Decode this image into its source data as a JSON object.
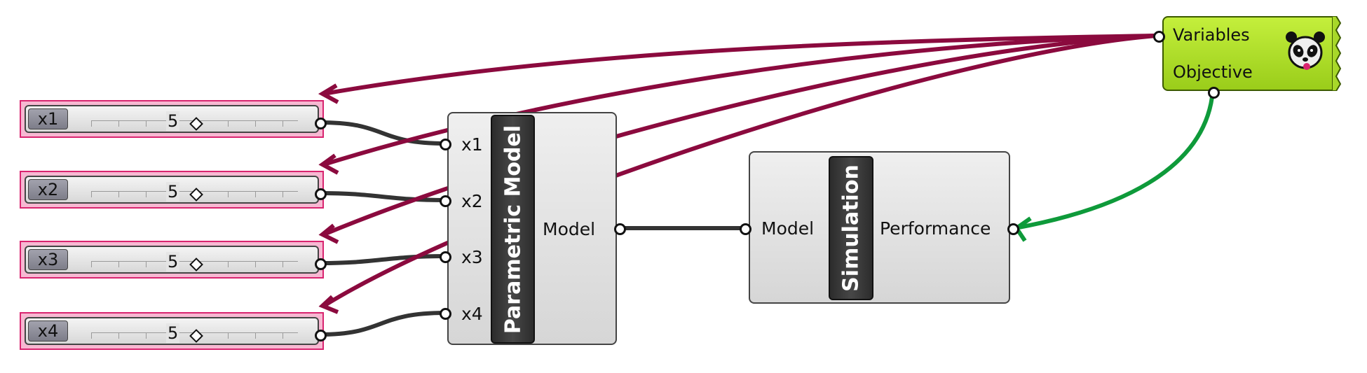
{
  "sliders": [
    {
      "label": "x1",
      "value": "5"
    },
    {
      "label": "x2",
      "value": "5"
    },
    {
      "label": "x3",
      "value": "5"
    },
    {
      "label": "x4",
      "value": "5"
    }
  ],
  "parametric_model": {
    "nickname": "Parametric Model",
    "inputs": [
      "x1",
      "x2",
      "x3",
      "x4"
    ],
    "output": "Model"
  },
  "simulation": {
    "nickname": "Simulation",
    "input": "Model",
    "output": "Performance"
  },
  "galapagos": {
    "inputs": [
      "Variables",
      "Objective"
    ],
    "icon": "panda-icon"
  },
  "colors": {
    "variable_wire": "#8b0a3e",
    "objective_wire": "#0e9a3a",
    "data_wire": "#333333",
    "slider_highlight": "#f7b8d2",
    "galapagos": "#a8d82a"
  }
}
